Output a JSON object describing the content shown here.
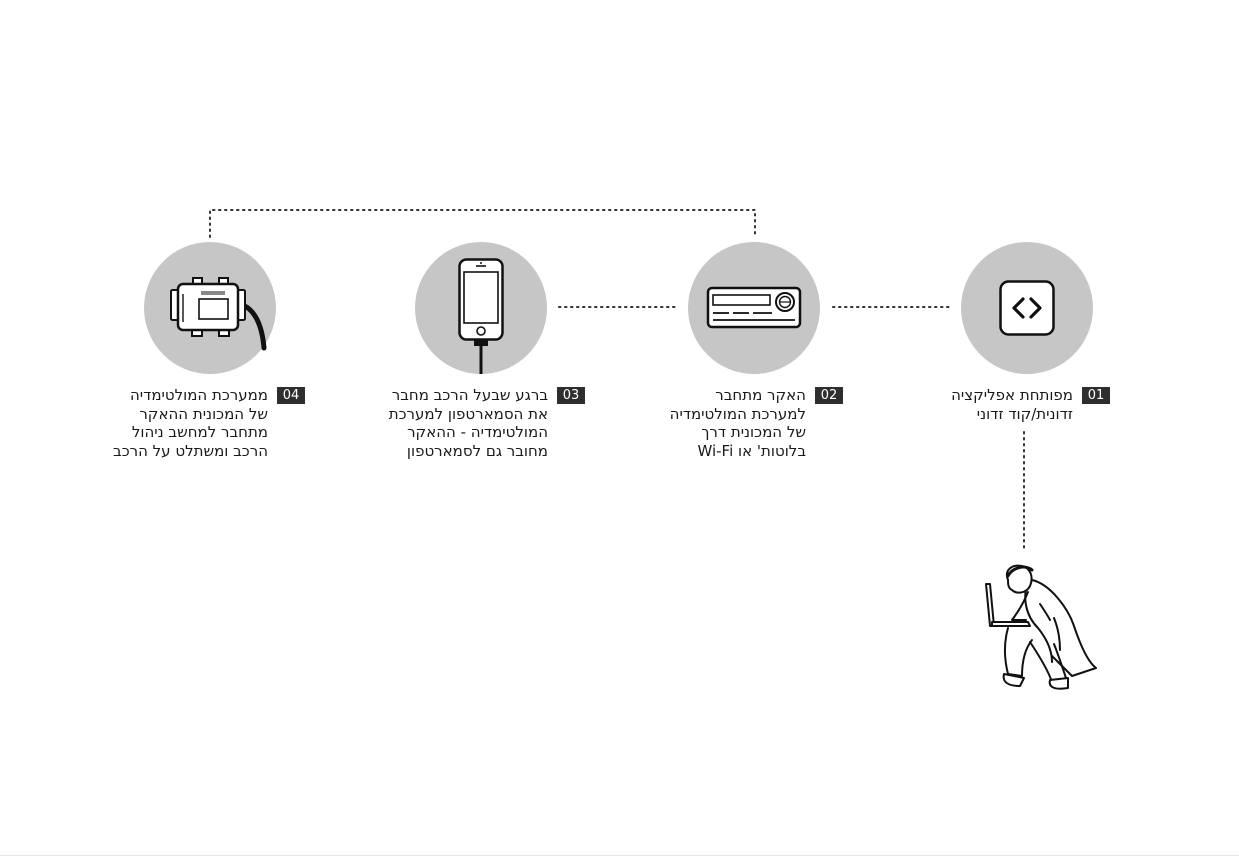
{
  "steps": [
    {
      "number": "01",
      "lines": [
        "מפותחת אפליקציה",
        "זדונית/קוד זדוני"
      ],
      "icon": "code-icon"
    },
    {
      "number": "02",
      "lines": [
        "האקר מתחבר",
        "למערכת המולטימדיה",
        "של המכונית דרך",
        "בלוטות' או Wi-Fi"
      ],
      "icon": "car-radio-icon"
    },
    {
      "number": "03",
      "lines": [
        "ברגע שבעל הרכב מחבר",
        "את הסמארטפון למערכת",
        "המולטימדיה - ההאקר",
        "מחובר גם לסמארטפון"
      ],
      "icon": "smartphone-icon"
    },
    {
      "number": "04",
      "lines": [
        "ממערכת המולטימדיה",
        "של המכונית ההאקר",
        "מתחבר למחשב ניהול",
        "הרכב ומשתלט על הרכב"
      ],
      "icon": "ecu-module-icon"
    }
  ],
  "illustration": {
    "icon": "hacker-with-laptop-icon"
  },
  "colors": {
    "circle": "#c6c6c6",
    "badge": "#2e2e2e",
    "ink": "#1a1a1a",
    "connector": "#333333"
  }
}
